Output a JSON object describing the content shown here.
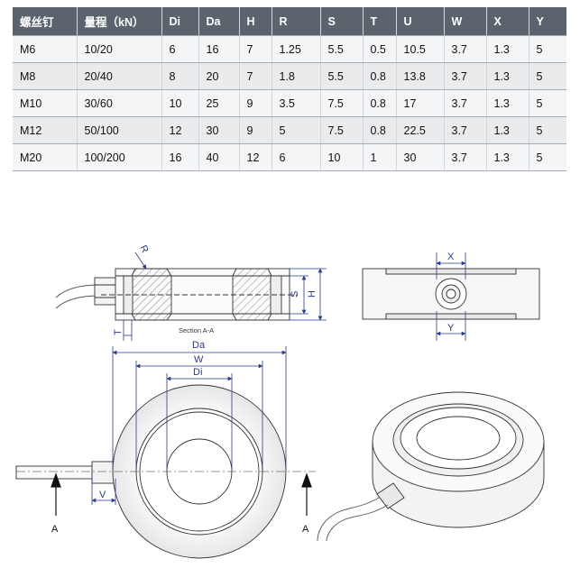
{
  "table": {
    "headers": [
      "螺丝钉",
      "量程（kN）",
      "Di",
      "Da",
      "H",
      "R",
      "S",
      "T",
      "U",
      "W",
      "X",
      "Y"
    ],
    "rows": [
      [
        "M6",
        "10/20",
        "6",
        "16",
        "7",
        "1.25",
        "5.5",
        "0.5",
        "10.5",
        "3.7",
        "1.3",
        "5"
      ],
      [
        "M8",
        "20/40",
        "8",
        "20",
        "7",
        "1.8",
        "5.5",
        "0.8",
        "13.8",
        "3.7",
        "1.3",
        "5"
      ],
      [
        "M10",
        "30/60",
        "10",
        "25",
        "9",
        "3.5",
        "7.5",
        "0.8",
        "17",
        "3.7",
        "1.3",
        "5"
      ],
      [
        "M12",
        "50/100",
        "12",
        "30",
        "9",
        "5",
        "7.5",
        "0.8",
        "22.5",
        "3.7",
        "1.3",
        "5"
      ],
      [
        "M20",
        "100/200",
        "16",
        "40",
        "12",
        "6",
        "10",
        "1",
        "30",
        "3.7",
        "1.3",
        "5"
      ]
    ]
  },
  "drawing": {
    "section_label": "Section A-A",
    "dim_r": "R",
    "dim_s": "S",
    "dim_h": "H",
    "dim_t": "T",
    "dim_x": "X",
    "dim_y": "Y",
    "dim_da": "Da",
    "dim_w": "W",
    "dim_di": "Di",
    "dim_v": "V",
    "section_mark_left": "A",
    "section_mark_right": "A"
  },
  "colors": {
    "header_bg": "#5b646d",
    "row_bg": "#f4f5f6",
    "line": "#333333",
    "dim_blue": "#2a3a8c"
  }
}
